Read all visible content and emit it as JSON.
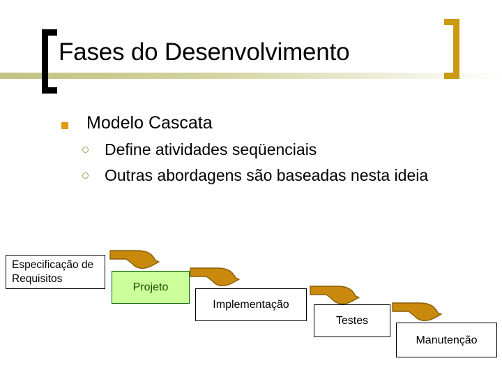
{
  "slide": {
    "title": "Fases do Desenvolvimento",
    "decor": {
      "bracket_left_color": "#000000",
      "bracket_right_color": "#cb9a11",
      "rule_color": "#c2c283"
    }
  },
  "outline": {
    "level1": {
      "bullet_icon": "square-bullet",
      "bullet_color": "#e19b10",
      "text": "Modelo Cascata"
    },
    "level2": [
      {
        "bullet_icon": "circle-bullet",
        "bullet_color": "#a5a055",
        "text": "Define atividades seqüenciais"
      },
      {
        "bullet_icon": "circle-bullet",
        "bullet_color": "#a5a055",
        "text": "Outras abordagens são baseadas nesta ideia"
      }
    ]
  },
  "diagram": {
    "type": "waterfall-flow",
    "arrow_color": "#c8890d",
    "arrow_outline_color": "#8a5f06",
    "boxes": [
      {
        "id": "especificacao",
        "label": "Especificação de Requisitos",
        "fill": "#ffffff",
        "border": "#000000",
        "text_color": "#000000"
      },
      {
        "id": "projeto",
        "label": "Projeto",
        "fill": "#ccff99",
        "border": "#006600",
        "text_color": "#1a4d00"
      },
      {
        "id": "implementacao",
        "label": "Implementação",
        "fill": "#ffffff",
        "border": "#000000",
        "text_color": "#000000"
      },
      {
        "id": "testes",
        "label": "Testes",
        "fill": "#ffffff",
        "border": "#000000",
        "text_color": "#000000"
      },
      {
        "id": "manutencao",
        "label": "Manutenção",
        "fill": "#ffffff",
        "border": "#000000",
        "text_color": "#000000"
      }
    ],
    "arrows": [
      {
        "id": "arrow-especificacao-projeto",
        "from": "especificacao",
        "to": "projeto"
      },
      {
        "id": "arrow-projeto-implementacao",
        "from": "projeto",
        "to": "implementacao"
      },
      {
        "id": "arrow-implementacao-testes",
        "from": "implementacao",
        "to": "testes"
      },
      {
        "id": "arrow-testes-manutencao",
        "from": "testes",
        "to": "manutencao"
      }
    ]
  }
}
